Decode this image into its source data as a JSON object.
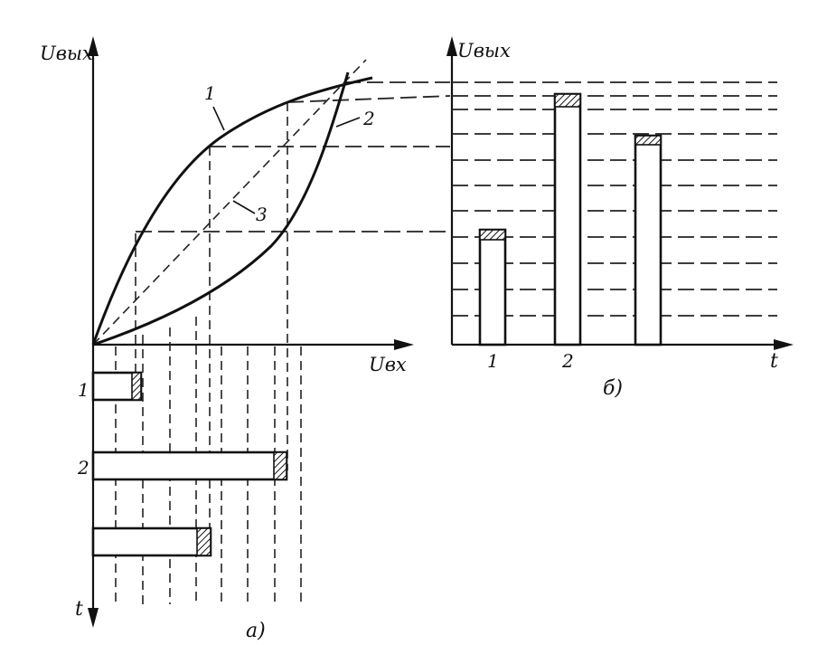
{
  "labels": {
    "uout_a": "Uвых",
    "uin": "Uвх",
    "t_a": "t",
    "caption_a": "а)",
    "uout_b": "Uвых",
    "t_b": "t",
    "caption_b": "б)",
    "curve_1": "1",
    "curve_2": "2",
    "curve_3": "3",
    "pulse_1": "1",
    "pulse_2": "2",
    "bar_1": "1",
    "bar_2": "2"
  }
}
